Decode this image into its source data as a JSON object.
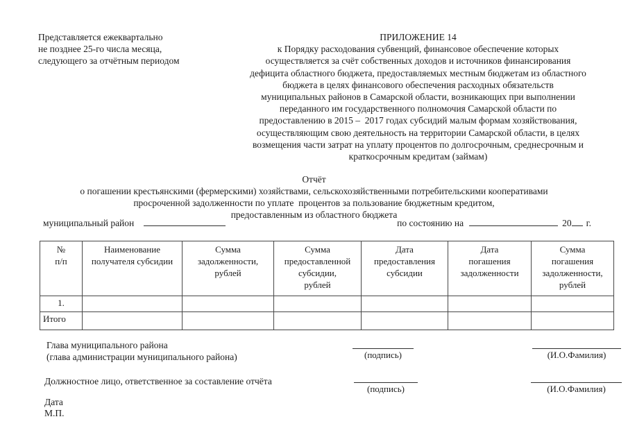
{
  "header": {
    "submission_note": "Представляется ежеквартально\nне позднее 25-го числа месяца,\nследующего за отчётным периодом",
    "appendix_title": "ПРИЛОЖЕНИЕ 14",
    "appendix_text": "к Порядку расходования субвенций, финансовое обеспечение которых\nосуществляется за счёт собственных доходов и источников финансирования\nдефицита областного бюджета, предоставляемых местным бюджетам из областного\nбюджета в целях финансового обеспечения расходных обязательств\nмуниципальных районов в Самарской области, возникающих при выполнении\nпереданного им государственного полномочия Самарской области по\nпредоставлению в 2015 –  2017 годах субсидий малым формам хозяйствования,\nосуществляющим свою деятельность на территории Самарской области, в целях\nвозмещения части затрат на уплату процентов по долгосрочным, среднесрочным и\nкраткосрочным кредитам (займам)"
  },
  "title": {
    "text": "Отчёт\nо погашении крестьянскими (фермерскими) хозяйствами, сельскохозяйственными потребительскими кооперативами\nпросроченной задолженности по уплате  процентов за пользование бюджетным кредитом,\nпредоставленным из областного бюджета"
  },
  "fields": {
    "district_label": "муниципальный район",
    "as_of_label": "по состоянию на",
    "year_prefix": "20",
    "year_suffix": "г."
  },
  "table": {
    "columns": [
      "№\nп/п",
      "Наименование\nполучателя субсидии",
      "Сумма\nзадолженности,\nрублей",
      "Сумма\nпредоставленной\nсубсидии,\nрублей",
      "Дата\nпредоставления\nсубсидии",
      "Дата\nпогашения\nзадолженности",
      "Сумма\nпогашения\nзадолженности,\nрублей"
    ],
    "rows": [
      [
        "1.",
        "",
        "",
        "",
        "",
        "",
        ""
      ],
      [
        "Итого",
        "",
        "",
        "",
        "",
        "",
        ""
      ]
    ]
  },
  "signatures": {
    "head_text": "Глава муниципального района\n(глава администрации муниципального района)",
    "official_text": "Должностное лицо, ответственное за составление отчёта",
    "sign_label": "(подпись)",
    "name_label": "(И.О.Фамилия)",
    "date_label": "Дата",
    "seal_label": "М.П."
  }
}
